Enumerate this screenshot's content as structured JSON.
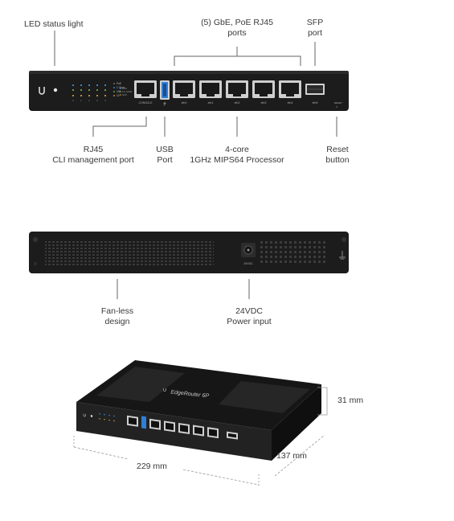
{
  "front_callouts": {
    "led_status_light": "LED status light",
    "gbe_poe_ports": [
      "(5) GbE, PoE RJ45",
      "ports"
    ],
    "sfp_port": [
      "SFP",
      "port"
    ],
    "rj45_cli": [
      "RJ45",
      "CLI management port"
    ],
    "usb_port": [
      "USB",
      "Port"
    ],
    "processor": [
      "4-core",
      "1GHz MIPS64 Processor"
    ],
    "reset_button": [
      "Reset",
      "button"
    ]
  },
  "front_panel_text": {
    "console": "CONSOLE",
    "ports": [
      "eth0",
      "eth1",
      "eth2",
      "eth3",
      "eth4"
    ],
    "sfp": "eth5",
    "reset": "RESET",
    "led_legend": [
      "PoE",
      "1 Gbps",
      "100",
      "10"
    ]
  },
  "rear_callouts": {
    "fanless": [
      "Fan-less",
      "design"
    ],
    "power_input": [
      "24VDC",
      "Power input"
    ]
  },
  "rear_panel_text": {
    "power": "24VDC"
  },
  "dimensions": {
    "height": "31 mm",
    "depth": "137 mm",
    "width": "229 mm"
  },
  "product_top_label": "EdgeRouter 6P",
  "colors": {
    "chassis": "#1b1b1b",
    "port_metal": "#d7d7d7",
    "usb_blue": "#2f7fd6",
    "led_blue": "#3ea3ff",
    "led_amber": "#f2b134",
    "callout_line": "#666666"
  }
}
